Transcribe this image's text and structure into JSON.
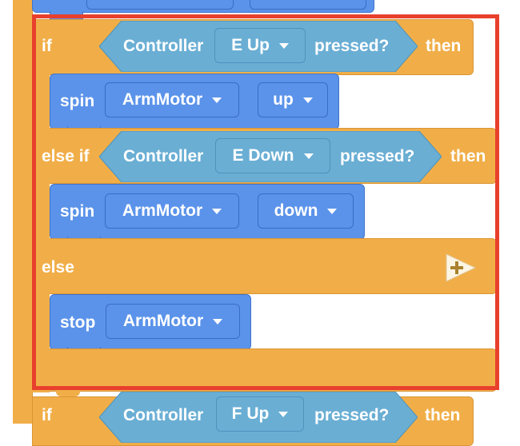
{
  "colors": {
    "orange": "#f1ae48",
    "blue": "#5b93ea",
    "light_blue": "#6aaed4",
    "highlight": "#e8402c"
  },
  "top_block": {
    "cond_label": "if",
    "controller": "Controller",
    "button": "E Up",
    "pressed": "pressed?",
    "then": "then",
    "action": {
      "verb": "spin",
      "motor": "ArmMotor",
      "direction": "up"
    }
  },
  "else_if_block": {
    "label": "else if",
    "controller": "Controller",
    "button": "E Down",
    "pressed": "pressed?",
    "then": "then",
    "action": {
      "verb": "spin",
      "motor": "ArmMotor",
      "direction": "down"
    }
  },
  "else_block": {
    "label": "else",
    "add_icon": "plus-triangle-icon",
    "action": {
      "verb": "stop",
      "motor": "ArmMotor"
    }
  },
  "bottom_block": {
    "cond_label": "if",
    "controller": "Controller",
    "button": "F Up",
    "pressed": "pressed?",
    "then": "then"
  }
}
